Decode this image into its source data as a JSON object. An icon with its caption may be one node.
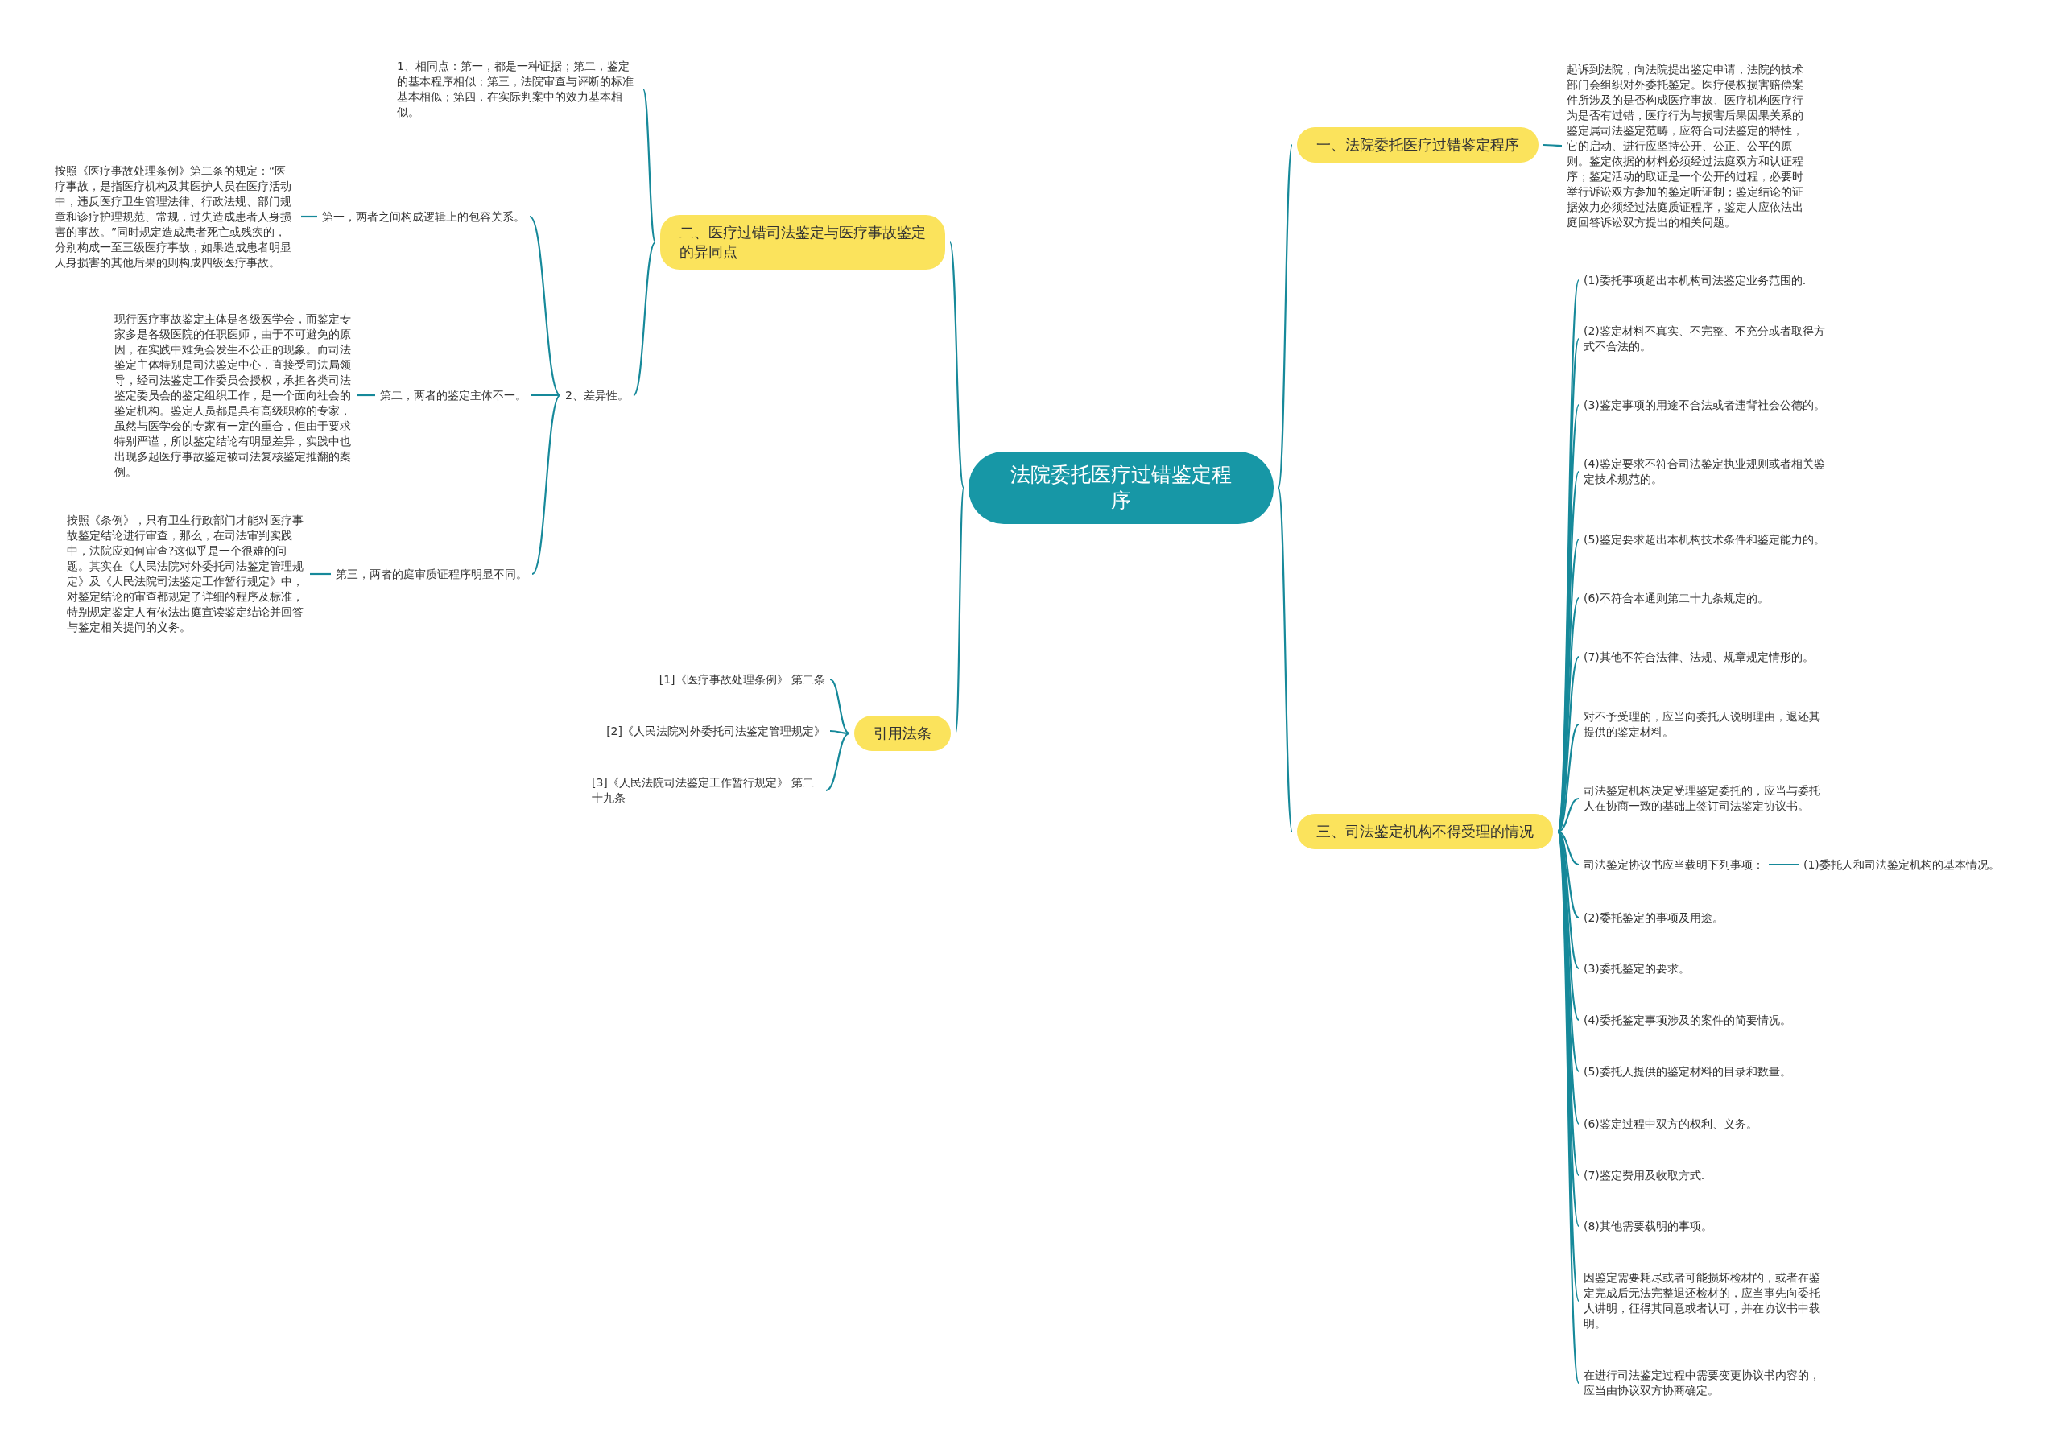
{
  "diagram": {
    "nodes": [
      {
        "text": [
          "法院委托医疗过错鉴定程序"
        ]
      },
      {
        "text": [
          "一、法院委托医疗过错鉴定程序"
        ]
      },
      {
        "text": [
          "起诉到法院，向法院提出鉴定申请，法院的技术部门会组织对外委托鉴定。医疗侵权损害赔偿案件所涉及的是否构成医疗事故、医疗机构医疗行为是否有过错，医疗行为与损害后果因果关系的鉴定属司法鉴定范畴，应符合司法鉴定的特性，它的启动、进行应坚持公开、公正、公平的原则。鉴定依据的材料必须经过法庭双方和认证程序；鉴定活动的取证是一个公开的过程，必要时举行诉讼双方参加的鉴定听证制；鉴定结论的证据效力必须经过法庭质证程序，鉴定人应依法出庭回答诉讼双方提出的相关问题。"
        ]
      },
      {
        "text": [
          "二、医疗过错司法鉴定与医疗事故鉴定的异同点"
        ]
      },
      {
        "text": [
          "1、相同点：第一，都是一种证据；第二，鉴定的基本程序相似；第三，法院审查与评断的标准基本相似；第四，在实际判案中的效力基本相似。"
        ]
      },
      {
        "text": [
          "2、差异性。"
        ]
      },
      {
        "text": [
          "第一，两者之间构成逻辑上的包容关系。"
        ]
      },
      {
        "text": [
          "按照《医疗事故处理条例》第二条的规定：“医疗事故，是指医疗机构及其医护人员在医疗活动中，违反医疗卫生管理法律、行政法规、部门规章和诊疗护理规范、常规，过失造成患者人身损害的事故。”同时规定造成患者死亡或残疾的，分别构成一至三级医疗事故，如果造成患者明显人身损害的其他后果的则构成四级医疗事故。"
        ]
      },
      {
        "text": [
          "第二，两者的鉴定主体不一。"
        ]
      },
      {
        "text": [
          "现行医疗事故鉴定主体是各级医学会，而鉴定专家多是各级医院的任职医师，由于不可避免的原因，在实践中难免会发生不公正的现象。而司法鉴定主体特别是司法鉴定中心，直接受司法局领导，经司法鉴定工作委员会授权，承担各类司法鉴定委员会的鉴定组织工作，是一个面向社会的鉴定机构。鉴定人员都是具有高级职称的专家，虽然与医学会的专家有一定的重合，但由于要求特别严谨，所以鉴定结论有明显差异，实践中也出现多起医疗事故鉴定被司法复核鉴定推翻的案例。"
        ]
      },
      {
        "text": [
          "第三，两者的庭审质证程序明显不同。"
        ]
      },
      {
        "text": [
          "按照《条例》，只有卫生行政部门才能对医疗事故鉴定结论进行审查，那么，在司法审判实践中，法院应如何审查?这似乎是一个很难的问题。其实在《人民法院对外委托司法鉴定管理规定》及《人民法院司法鉴定工作暂行规定》中，对鉴定结论的审查都规定了详细的程序及标准，特别规定鉴定人有依法出庭宣读鉴定结论并回答与鉴定相关提问的义务。"
        ]
      },
      {
        "text": [
          "引用法条"
        ]
      },
      {
        "text": [
          "[1]《医疗事故处理条例》 第二条"
        ]
      },
      {
        "text": [
          "[2]《人民法院对外委托司法鉴定管理规定》"
        ]
      },
      {
        "text": [
          "[3]《人民法院司法鉴定工作暂行规定》 第二十九条"
        ]
      },
      {
        "text": [
          "三、司法鉴定机构不得受理的情况"
        ]
      },
      {
        "text": [
          "(1)委托事项超出本机构司法鉴定业务范围的."
        ]
      },
      {
        "text": [
          "(2)鉴定材料不真实、不完整、不充分或者取得方式不合法的。"
        ]
      },
      {
        "text": [
          "(3)鉴定事项的用途不合法或者违背社会公德的。"
        ]
      },
      {
        "text": [
          "(4)鉴定要求不符合司法鉴定执业规则或者相关鉴定技术规范的。"
        ]
      },
      {
        "text": [
          "(5)鉴定要求超出本机构技术条件和鉴定能力的。"
        ]
      },
      {
        "text": [
          "(6)不符合本通则第二十九条规定的。"
        ]
      },
      {
        "text": [
          "(7)其他不符合法律、法规、规章规定情形的。"
        ]
      },
      {
        "text": [
          "对不予受理的，应当向委托人说明理由，退还其提供的鉴定材料。"
        ]
      },
      {
        "text": [
          "司法鉴定机构决定受理鉴定委托的，应当与委托人在协商一致的基础上签订司法鉴定协议书。"
        ]
      },
      {
        "text": [
          "司法鉴定协议书应当载明下列事项："
        ]
      },
      {
        "text": [
          "(1)委托人和司法鉴定机构的基本情况。"
        ]
      },
      {
        "text": [
          "(2)委托鉴定的事项及用途。"
        ]
      },
      {
        "text": [
          "(3)委托鉴定的要求。"
        ]
      },
      {
        "text": [
          "(4)委托鉴定事项涉及的案件的简要情况。"
        ]
      },
      {
        "text": [
          "(5)委托人提供的鉴定材料的目录和数量。"
        ]
      },
      {
        "text": [
          "(6)鉴定过程中双方的权利、义务。"
        ]
      },
      {
        "text": [
          "(7)鉴定费用及收取方式."
        ]
      },
      {
        "text": [
          "(8)其他需要载明的事项。"
        ]
      },
      {
        "text": [
          "因鉴定需要耗尽或者可能损坏检材的，或者在鉴定完成后无法完整退还检材的，应当事先向委托人讲明，征得其同意或者认可，并在协议书中载明。"
        ]
      },
      {
        "text": [
          "在进行司法鉴定过程中需要变更协议书内容的，应当由协议双方协商确定。"
        ]
      }
    ],
    "edges": [
      {
        "from": 0,
        "to": 1,
        "arrow": "none"
      },
      {
        "from": 1,
        "to": 2,
        "arrow": "none"
      },
      {
        "from": 0,
        "to": 3,
        "arrow": "none"
      },
      {
        "from": 3,
        "to": 4,
        "arrow": "none"
      },
      {
        "from": 3,
        "to": 5,
        "arrow": "none"
      },
      {
        "from": 5,
        "to": 6,
        "arrow": "none"
      },
      {
        "from": 6,
        "to": 7,
        "arrow": "none"
      },
      {
        "from": 5,
        "to": 8,
        "arrow": "none"
      },
      {
        "from": 8,
        "to": 9,
        "arrow": "none"
      },
      {
        "from": 5,
        "to": 10,
        "arrow": "none"
      },
      {
        "from": 10,
        "to": 11,
        "arrow": "none"
      },
      {
        "from": 0,
        "to": 12,
        "arrow": "none"
      },
      {
        "from": 12,
        "to": 13,
        "arrow": "none"
      },
      {
        "from": 12,
        "to": 14,
        "arrow": "none"
      },
      {
        "from": 12,
        "to": 15,
        "arrow": "none"
      },
      {
        "from": 0,
        "to": 16,
        "arrow": "none"
      },
      {
        "from": 16,
        "to": 17,
        "arrow": "none"
      },
      {
        "from": 16,
        "to": 18,
        "arrow": "none"
      },
      {
        "from": 16,
        "to": 19,
        "arrow": "none"
      },
      {
        "from": 16,
        "to": 20,
        "arrow": "none"
      },
      {
        "from": 16,
        "to": 21,
        "arrow": "none"
      },
      {
        "from": 16,
        "to": 22,
        "arrow": "none"
      },
      {
        "from": 16,
        "to": 23,
        "arrow": "none"
      },
      {
        "from": 16,
        "to": 24,
        "arrow": "none"
      },
      {
        "from": 16,
        "to": 25,
        "arrow": "none"
      },
      {
        "from": 16,
        "to": 26,
        "arrow": "none"
      },
      {
        "from": 26,
        "to": 27,
        "arrow": "none"
      },
      {
        "from": 16,
        "to": 28,
        "arrow": "none"
      },
      {
        "from": 16,
        "to": 29,
        "arrow": "none"
      },
      {
        "from": 16,
        "to": 30,
        "arrow": "none"
      },
      {
        "from": 16,
        "to": 31,
        "arrow": "none"
      },
      {
        "from": 16,
        "to": 32,
        "arrow": "none"
      },
      {
        "from": 16,
        "to": 33,
        "arrow": "none"
      },
      {
        "from": 16,
        "to": 34,
        "arrow": "none"
      },
      {
        "from": 16,
        "to": 35,
        "arrow": "none"
      },
      {
        "from": 16,
        "to": 36,
        "arrow": "none"
      }
    ]
  }
}
